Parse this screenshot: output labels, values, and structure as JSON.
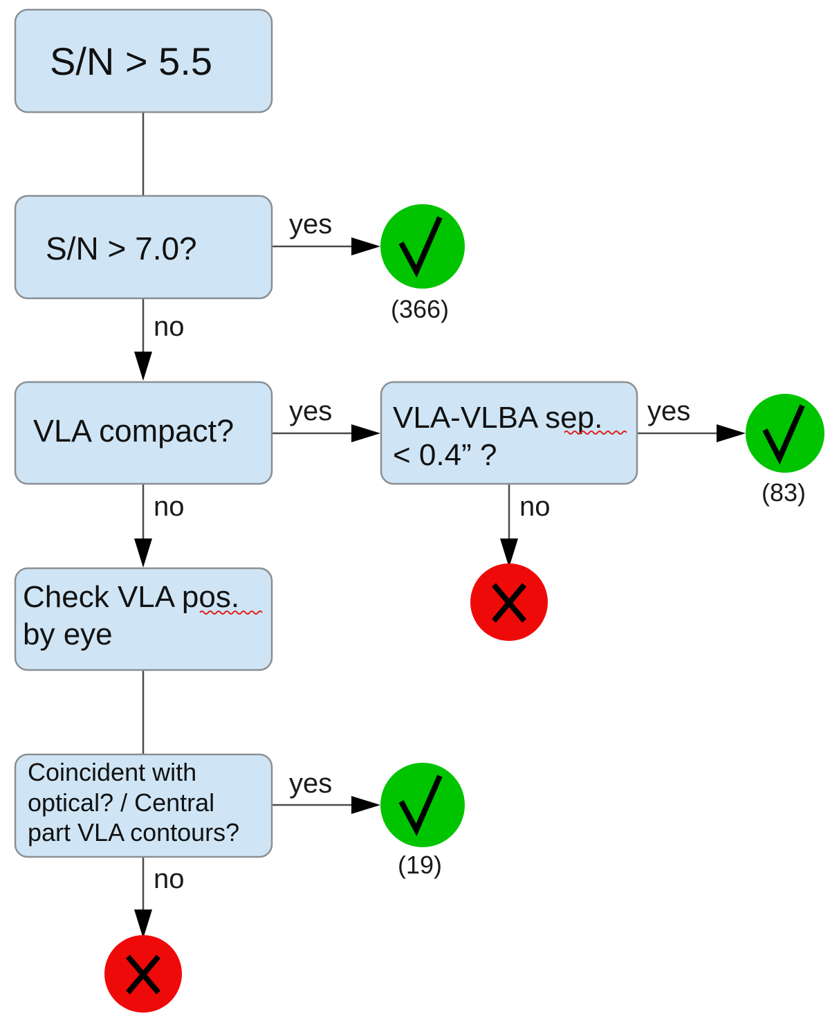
{
  "nodes": {
    "sn55": {
      "text": "S/N > 5.5"
    },
    "sn70": {
      "text": "S/N > 7.0?"
    },
    "vla_compact": {
      "text": "VLA compact?"
    },
    "vla_vlba_sep": {
      "line1": "VLA-VLBA sep.",
      "line2": "< 0.4” ?"
    },
    "check_vla": {
      "line1": "Check VLA pos.",
      "line2": "by eye"
    },
    "coincident": {
      "line1": "Coincident with",
      "line2": "optical? / Central",
      "line3": "part VLA contours?"
    }
  },
  "edges": {
    "sn70_yes": "yes",
    "sn70_no": "no",
    "compact_yes": "yes",
    "compact_no": "no",
    "sep_yes": "yes",
    "sep_no": "no",
    "coincident_yes": "yes",
    "coincident_no": "no"
  },
  "outcomes": {
    "accept_sn": {
      "count": "(366)"
    },
    "accept_sep": {
      "count": "(83)"
    },
    "accept_coincident": {
      "count": "(19)"
    }
  },
  "colors": {
    "box_fill": "#cfe5f5",
    "accept": "#00c400",
    "reject": "#ef0a0a"
  },
  "icons": {
    "accept": "checkmark-icon",
    "reject": "cross-icon"
  }
}
